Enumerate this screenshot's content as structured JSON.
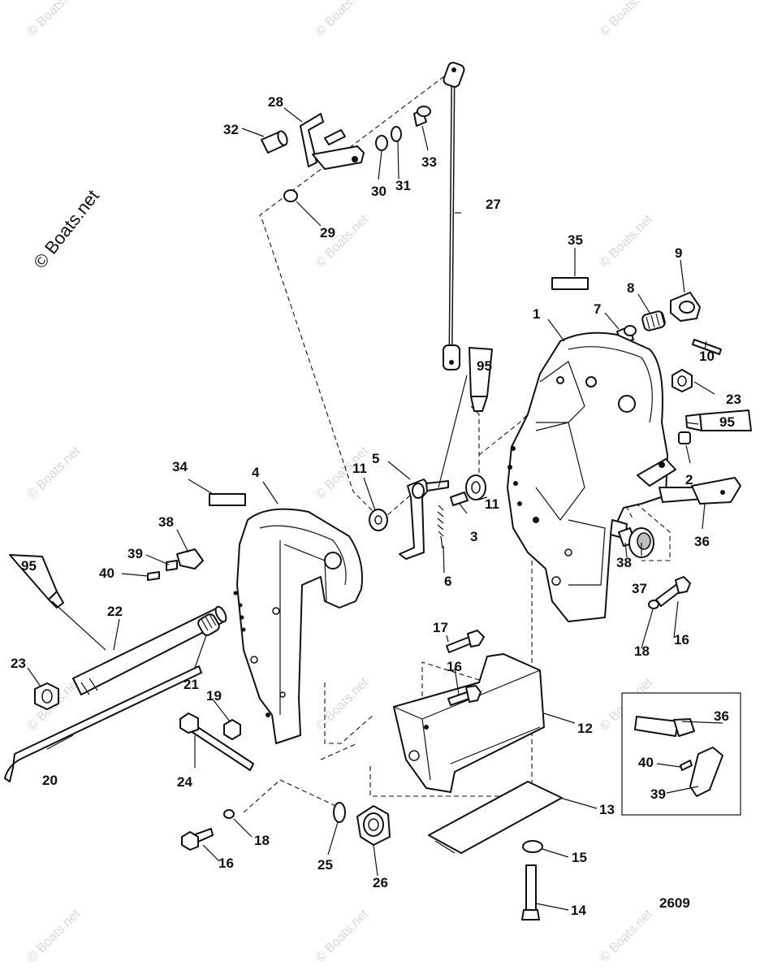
{
  "copyright": "© Boats.net",
  "watermark": "© Boats.net",
  "diagram_number": "2609",
  "sealant_label": "95",
  "callouts": [
    "1",
    "2",
    "3",
    "4",
    "5",
    "6",
    "7",
    "8",
    "9",
    "10",
    "11",
    "12",
    "13",
    "14",
    "15",
    "16",
    "17",
    "18",
    "19",
    "20",
    "21",
    "22",
    "23",
    "24",
    "25",
    "26",
    "27",
    "28",
    "29",
    "30",
    "31",
    "32",
    "33",
    "34",
    "35",
    "36",
    "37",
    "38",
    "39",
    "40"
  ]
}
